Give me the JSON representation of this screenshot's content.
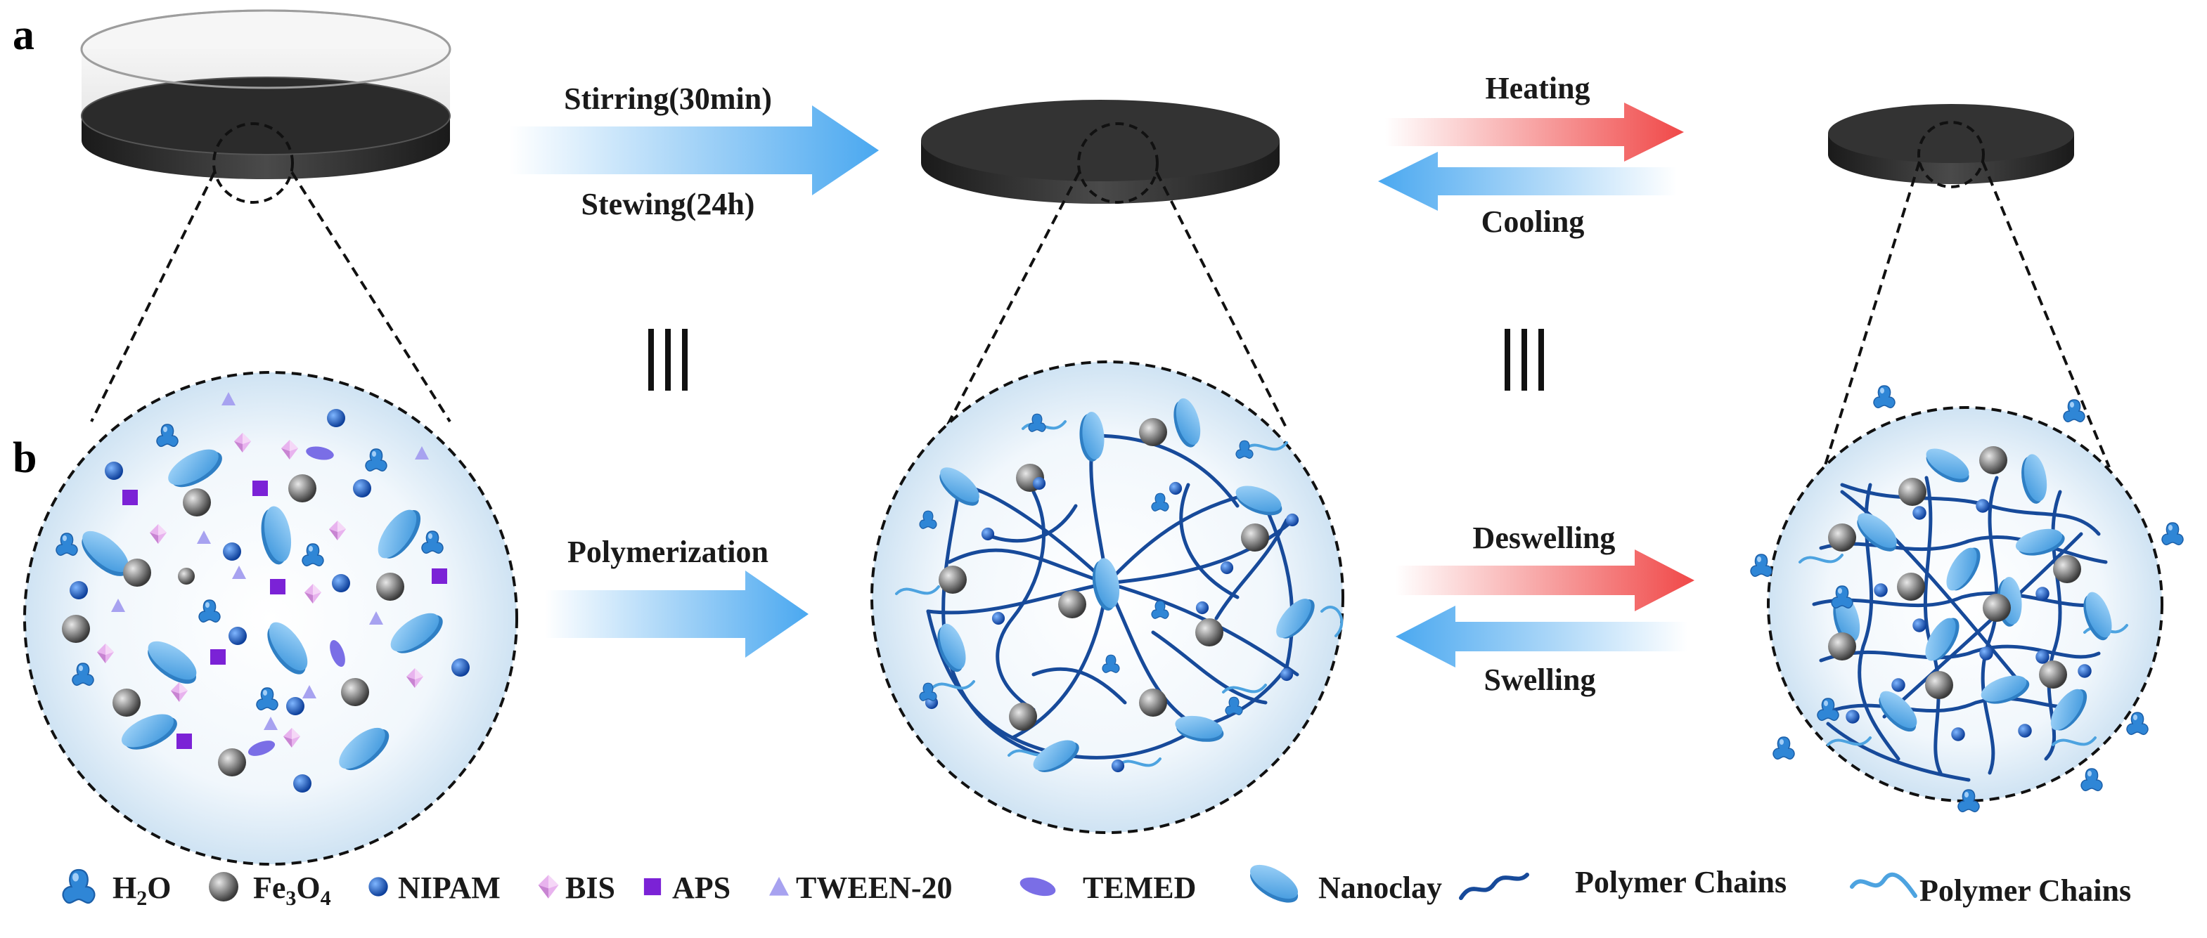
{
  "panels": {
    "a": "a",
    "b": "b"
  },
  "steps": {
    "stirring": "Stirring(30min)",
    "stewing": "Stewing(24h)",
    "heating": "Heating",
    "cooling": "Cooling",
    "polymerization": "Polymerization",
    "deswelling": "Deswelling",
    "swelling": "Swelling",
    "equivalence_symbol": "|||"
  },
  "legend": [
    {
      "label": "H",
      "sub": "2",
      "tail": "O",
      "icon": "water-icon"
    },
    {
      "label": "Fe",
      "sub": "3",
      "tail": "O",
      "sub2": "4",
      "icon": "fe3o4-sphere-icon"
    },
    {
      "label": "NIPAM",
      "icon": "nipam-dot-icon"
    },
    {
      "label": "BIS",
      "icon": "bis-crystal-icon"
    },
    {
      "label": "APS",
      "icon": "aps-square-icon"
    },
    {
      "label": "TWEEN-20",
      "icon": "tween-triangle-icon"
    },
    {
      "label": "TEMED",
      "icon": "temed-ellipse-icon"
    },
    {
      "label": "Nanoclay",
      "icon": "nanoclay-disk-icon"
    },
    {
      "label": "Polymer Chains",
      "icon": "dark-polymer-chain-icon"
    },
    {
      "label": "Polymer Chains",
      "icon": "light-polymer-chain-icon"
    }
  ],
  "colors": {
    "water": "#2f86d6",
    "fe3o4": "#7a7a7a",
    "nipam": "#1f5fc0",
    "bis": "#d99be0",
    "aps": "#7b22d6",
    "tween": "#a7a2f0",
    "temed": "#7a6ee6",
    "nanoclay": "#5eb0ea",
    "polymer_dark": "#174a9a",
    "polymer_light": "#4da3e0",
    "arrow_blue": "#4aa8f0",
    "arrow_red": "#f05050",
    "disk_dark": "#2a2a2a"
  }
}
